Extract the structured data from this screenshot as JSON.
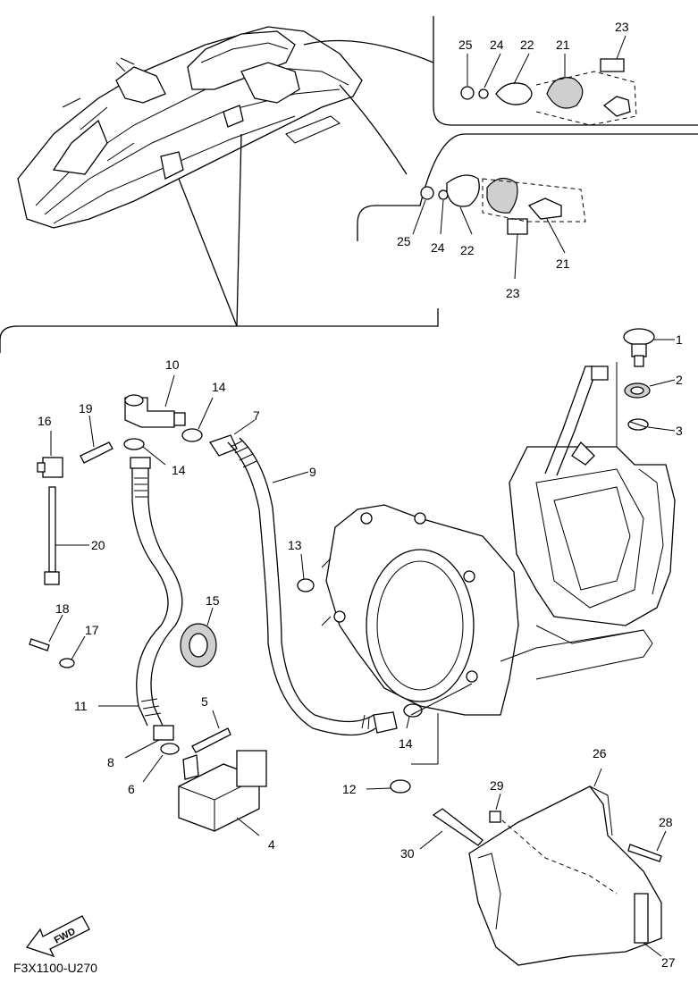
{
  "diagram": {
    "code": "F3X1100-U270",
    "fwd_label": "FWD",
    "parts": {
      "p1": "1",
      "p2": "2",
      "p3": "3",
      "p4": "4",
      "p5": "5",
      "p6": "6",
      "p7": "7",
      "p8": "8",
      "p9": "9",
      "p10": "10",
      "p11": "11",
      "p12": "12",
      "p13": "13",
      "p14a": "14",
      "p14b": "14",
      "p14c": "14",
      "p15": "15",
      "p16": "16",
      "p17": "17",
      "p18": "18",
      "p19": "19",
      "p20": "20",
      "p21a": "21",
      "p22a": "22",
      "p23a": "23",
      "p24a": "24",
      "p25a": "25",
      "p21b": "21",
      "p22b": "22",
      "p23b": "23",
      "p24b": "24",
      "p25b": "25",
      "p26": "26",
      "p27": "27",
      "p28": "28",
      "p29": "29",
      "p30": "30"
    }
  }
}
